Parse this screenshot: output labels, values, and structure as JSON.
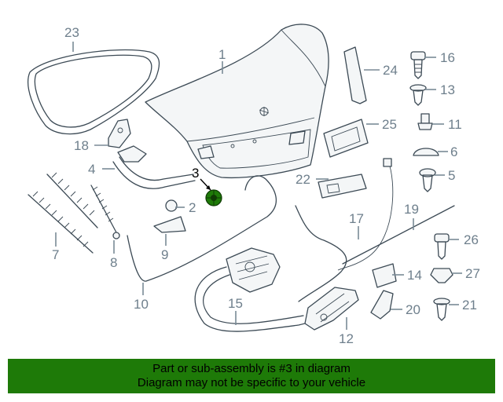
{
  "diagram": {
    "highlighted_part": "3",
    "callouts": {
      "c1": "1",
      "c2": "2",
      "c3": "3",
      "c4": "4",
      "c5": "5",
      "c6": "6",
      "c7": "7",
      "c8": "8",
      "c9": "9",
      "c10": "10",
      "c11": "11",
      "c12": "12",
      "c13": "13",
      "c14": "14",
      "c15": "15",
      "c16": "16",
      "c17": "17",
      "c18": "18",
      "c19": "19",
      "c20": "20",
      "c21": "21",
      "c22": "22",
      "c23": "23",
      "c24": "24",
      "c25": "25",
      "c26": "26",
      "c27": "27"
    },
    "colors": {
      "line": "#3c4a55",
      "callout": "#6e7f8c",
      "highlight_part": "#1e7a08",
      "footer_bg": "#1e7a08"
    }
  },
  "footer": {
    "line1": "Part or sub-assembly is #3 in diagram",
    "line2": "Diagram may not be specific to your vehicle"
  }
}
